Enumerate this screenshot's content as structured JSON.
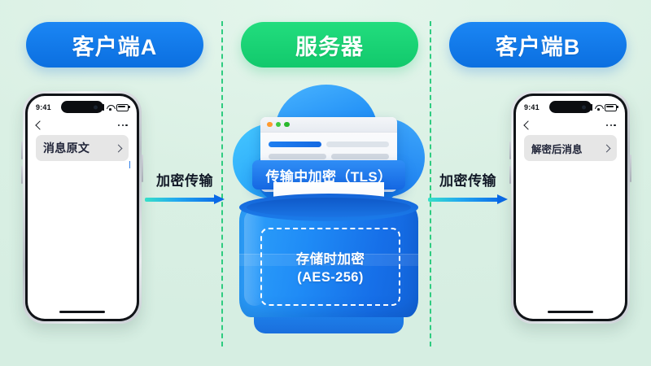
{
  "background_color": "#ddf2e6",
  "dividers": {
    "color": "#2ecc80",
    "count": 2
  },
  "headers": {
    "client_a": {
      "label": "客户端A",
      "color": "#0b6fe0"
    },
    "server": {
      "label": "服务器",
      "color": "#12c96c"
    },
    "client_b": {
      "label": "客户端B",
      "color": "#0b6fe0"
    }
  },
  "phone_left": {
    "status": {
      "time": "9:41",
      "signal_icon": "cellular-signal-icon",
      "wifi_icon": "wifi-icon",
      "battery_icon": "battery-icon"
    },
    "nav": {
      "back_icon": "back-chevron-icon",
      "more_icon": "more-dots-icon"
    },
    "message": {
      "text": "消息原文",
      "chevron_icon": "chevron-right-icon"
    }
  },
  "phone_right": {
    "status": {
      "time": "9:41",
      "signal_icon": "cellular-signal-icon",
      "wifi_icon": "wifi-icon",
      "battery_icon": "battery-icon"
    },
    "nav": {
      "back_icon": "back-chevron-icon",
      "more_icon": "more-dots-icon"
    },
    "message": {
      "text": "解密后消息",
      "chevron_icon": "chevron-right-icon"
    }
  },
  "arrows": {
    "left": {
      "label": "加密传输",
      "direction": "right",
      "color_start": "#36e0c8",
      "color_end": "#0d6fe8"
    },
    "right": {
      "label": "加密传输",
      "direction": "right",
      "color_start": "#36e0c8",
      "color_end": "#0d6fe8"
    }
  },
  "server": {
    "cloud_icon": "cloud-icon",
    "browser_window": {
      "dots": [
        "traffic-light-orange",
        "traffic-light-green",
        "traffic-light-green"
      ]
    },
    "tls_label": "传输中加密（TLS）",
    "document_icon": "document-icon",
    "database_icon": "database-cylinder-icon",
    "storage_label_line1": "存储时加密",
    "storage_label_line2": "(AES-256)"
  }
}
